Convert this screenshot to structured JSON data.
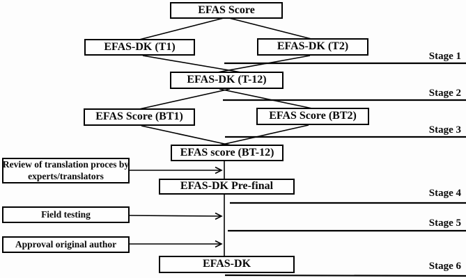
{
  "figure": {
    "type": "flowchart",
    "colors": {
      "background": "#fdfdfd",
      "line": "#000000",
      "box_border": "#000000",
      "text": "#0a0a0a"
    },
    "nodes": {
      "efas_score": {
        "label": "EFAS Score"
      },
      "efas_dk_t1": {
        "label": "EFAS-DK (T1)"
      },
      "efas_dk_t2": {
        "label": "EFAS-DK (T2)"
      },
      "efas_dk_t12": {
        "label": "EFAS-DK (T-12)"
      },
      "efas_score_bt1": {
        "label": "EFAS Score (BT1)"
      },
      "efas_score_bt2": {
        "label": "EFAS Score (BT2)"
      },
      "efas_score_bt12": {
        "label": "EFAS score (BT-12)"
      },
      "review": {
        "line1": "Review of translation proces by",
        "line2": "experts/translators"
      },
      "efas_dk_prefinal": {
        "label": "EFAS-DK Pre-final"
      },
      "field_testing": {
        "label": "Field testing"
      },
      "approval": {
        "label": "Approval original author"
      },
      "efas_dk_final": {
        "label": "EFAS-DK"
      }
    },
    "stages": [
      {
        "label": "Stage 1"
      },
      {
        "label": "Stage 2"
      },
      {
        "label": "Stage 3"
      },
      {
        "label": "Stage 4"
      },
      {
        "label": "Stage 5"
      },
      {
        "label": "Stage 6"
      }
    ]
  }
}
